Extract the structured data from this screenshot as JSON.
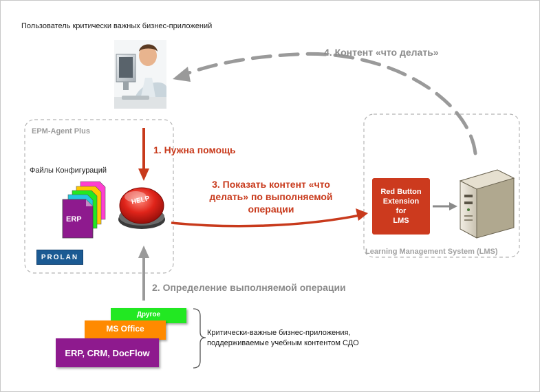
{
  "user": {
    "title": "Пользователь критически важных бизнес-приложений",
    "photo_icon": "user-at-computer-photo"
  },
  "agent": {
    "title": "EPM-Agent Plus",
    "config_label": "Файлы Конфигураций",
    "config_file_label": "ERP",
    "help_button_label": "HELP",
    "logo_text": "PROLAN"
  },
  "steps": {
    "step1": "1. Нужна помощь",
    "step2": "2. Определение  выполняемой операции",
    "step3": "3. Показать контент «что делать» по выполняемой операции",
    "step4": "4. Контент «что делать»"
  },
  "lms": {
    "module_label": "Red Button Extension for LMS",
    "module_lines": [
      "Red Button",
      "Extension",
      "for",
      "LMS"
    ],
    "label": "Learning Management System (LMS)",
    "server_icon": "server-icon"
  },
  "apps": {
    "cards": [
      "Другое",
      "MS Office",
      "ERP, CRM, DocFlow"
    ],
    "caption": "Критически-важные бизнес-приложения, поддерживаемые учебным контентом СДО"
  },
  "colors": {
    "accent_red": "#cc3a1e",
    "arrow_red": "#c83a1c",
    "arrow_gray": "#9a9a9a",
    "card_green": "#22e822",
    "card_orange": "#ff8a00",
    "card_purple": "#8e1a8e",
    "logo_blue": "#1b5a93"
  }
}
